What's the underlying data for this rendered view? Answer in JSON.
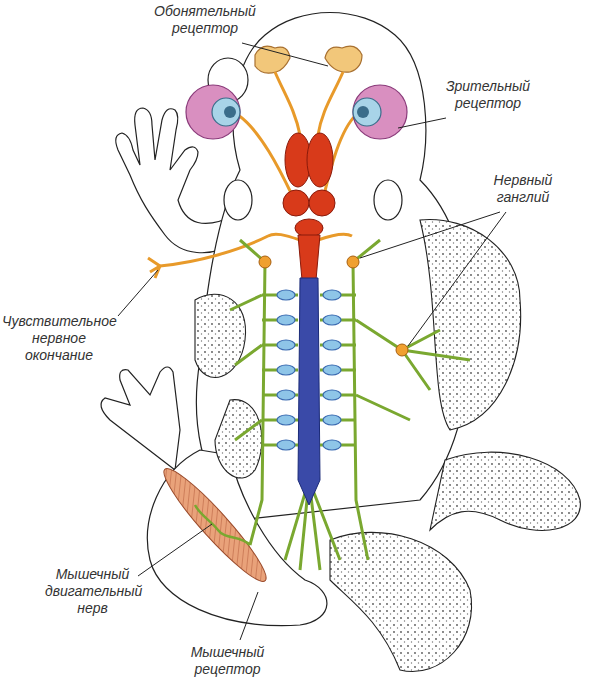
{
  "diagram": {
    "labels": [
      "Обонятельный рецептор",
      "Зрительный рецептор",
      "Нервный ганглий",
      "Чувствительное нервное окончание",
      "Мышечный двигательный нерв",
      "Мышечный рецептор"
    ]
  }
}
